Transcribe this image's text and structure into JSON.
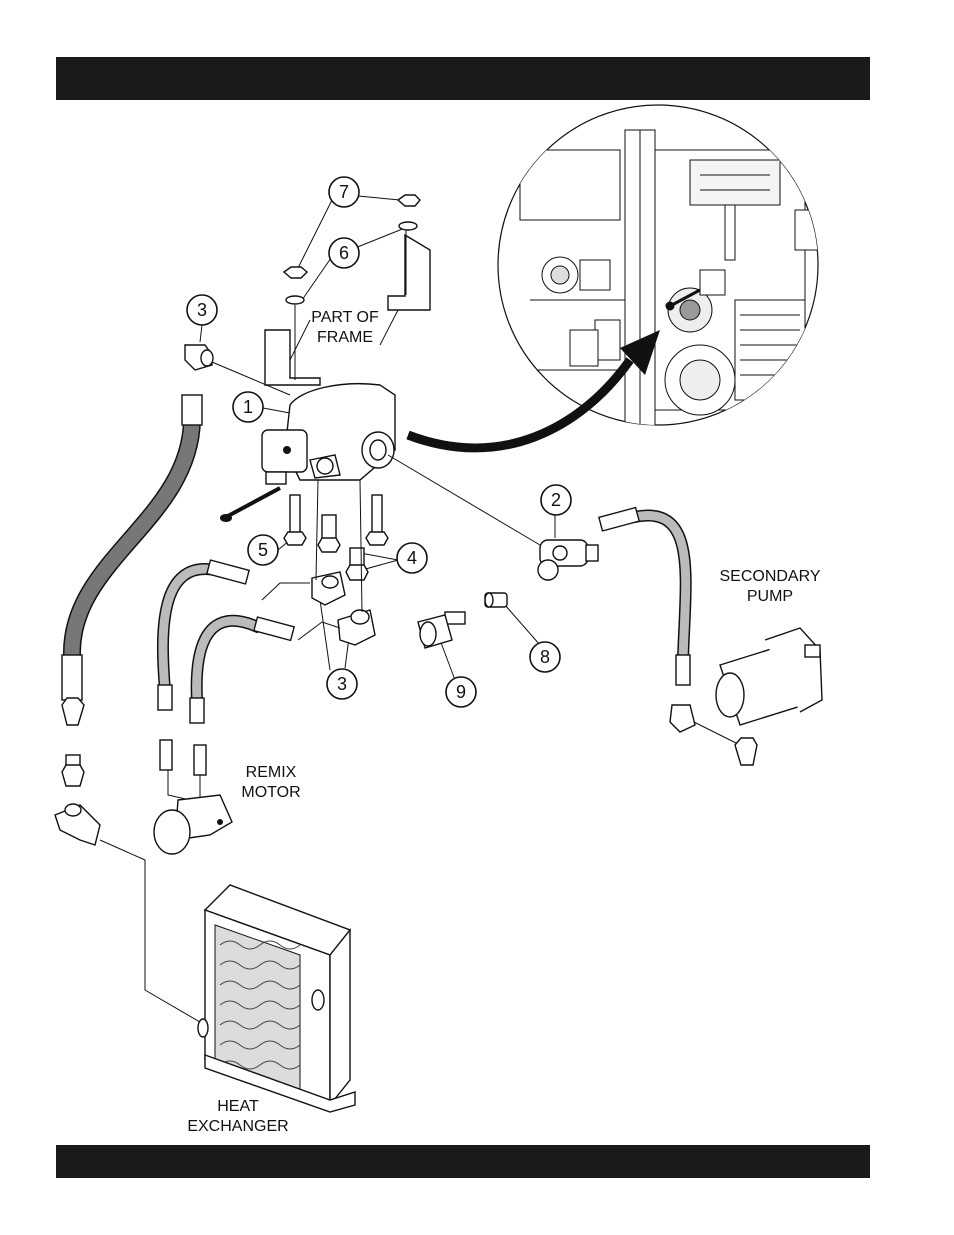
{
  "callouts": {
    "c1": "1",
    "c2": "2",
    "c3a": "3",
    "c3b": "3",
    "c4": "4",
    "c5": "5",
    "c6": "6",
    "c7": "7",
    "c8": "8",
    "c9": "9"
  },
  "labels": {
    "part_of_frame_1": "PART OF",
    "part_of_frame_2": "FRAME",
    "secondary_pump_1": "SECONDARY",
    "secondary_pump_2": "PUMP",
    "remix_motor_1": "REMIX",
    "remix_motor_2": "MOTOR",
    "heat_exchanger_1": "HEAT",
    "heat_exchanger_2": "EXCHANGER"
  }
}
